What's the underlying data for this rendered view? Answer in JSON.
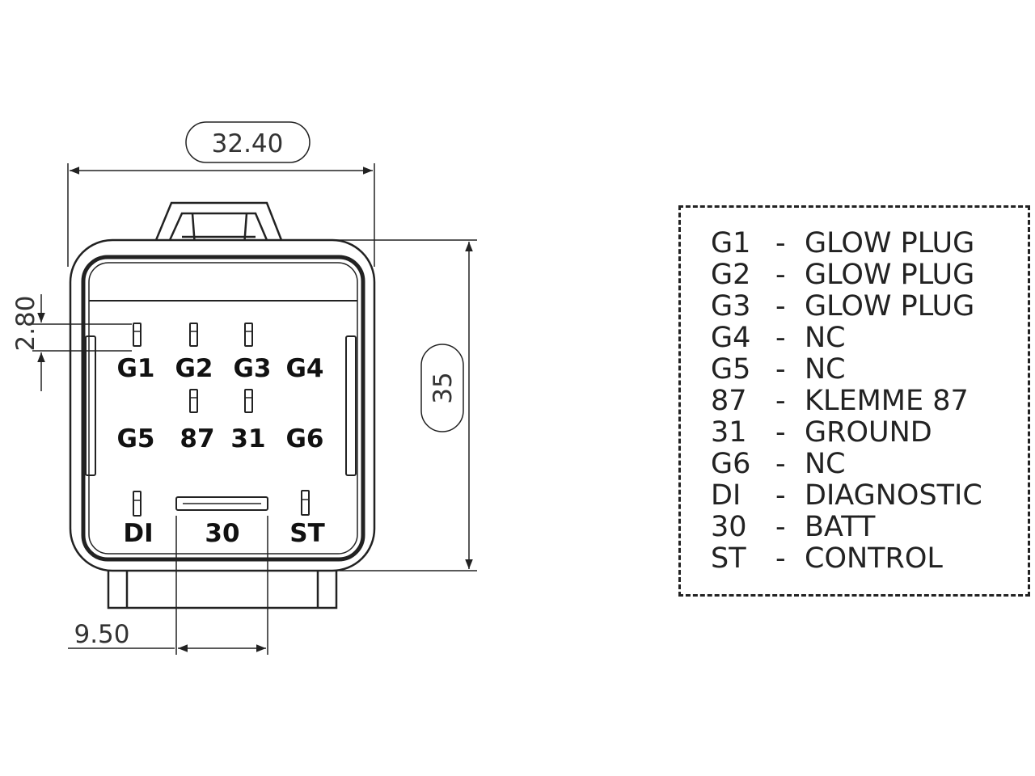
{
  "dimensions": {
    "width": "32.40",
    "height": "35",
    "pin_pitch": "2.80",
    "batt_width": "9.50"
  },
  "pins": {
    "g1": "G1",
    "g2": "G2",
    "g3": "G3",
    "g4": "G4",
    "g5": "G5",
    "p87": "87",
    "p31": "31",
    "g6": "G6",
    "di": "DI",
    "p30": "30",
    "st": "ST"
  },
  "legend": [
    {
      "pin": "G1",
      "sep": "-",
      "desc": "GLOW PLUG"
    },
    {
      "pin": "G2",
      "sep": "-",
      "desc": "GLOW PLUG"
    },
    {
      "pin": "G3",
      "sep": "-",
      "desc": "GLOW PLUG"
    },
    {
      "pin": "G4",
      "sep": "-",
      "desc": "NC"
    },
    {
      "pin": "G5",
      "sep": "-",
      "desc": "NC"
    },
    {
      "pin": "87",
      "sep": "-",
      "desc": "KLEMME 87"
    },
    {
      "pin": "31",
      "sep": "-",
      "desc": "GROUND"
    },
    {
      "pin": "G6",
      "sep": "-",
      "desc": "NC"
    },
    {
      "pin": "DI",
      "sep": "-",
      "desc": "DIAGNOSTIC"
    },
    {
      "pin": "30",
      "sep": "-",
      "desc": "BATT"
    },
    {
      "pin": "ST",
      "sep": "-",
      "desc": "CONTROL"
    }
  ]
}
